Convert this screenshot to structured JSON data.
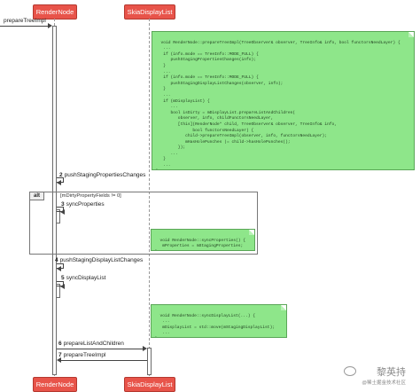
{
  "lifelines": {
    "render_node": "RenderNode",
    "skia_display_list": "SkiaDisplayList"
  },
  "messages": {
    "m_prepare_tree": {
      "label": "prepareTreeImpl"
    },
    "m2": {
      "num": "2",
      "label": "pushStagingPropertiesChanges"
    },
    "m3": {
      "num": "3",
      "label": "syncProperties"
    },
    "m4": {
      "num": "4",
      "label": "pushStagingDisplayListChanges"
    },
    "m5": {
      "num": "5",
      "label": "syncDisplayList"
    },
    "m6": {
      "num": "6",
      "label": "prepareListAndChildren"
    },
    "m7": {
      "num": "7",
      "label": "prepareTreeImpl"
    }
  },
  "alt_frame": {
    "tag": "alt",
    "guard": "[mDirtyPropertyFields != 0]"
  },
  "notes": {
    "prepare_tree_code": "void RenderNode::prepareTreeImpl(TreeObserver& observer, TreeInfo& info, bool functorsNeedLayer) {\n   ...\n   if (info.mode == TreeInfo::MODE_FULL) {\n      pushStagingPropertiesChanges(info);\n   }\n   ...\n   if (info.mode == TreeInfo::MODE_FULL) {\n      pushStagingDisplayListChanges(observer, info);\n   }\n   ...\n   if (mDisplayList) {\n      ...\n      bool isDirty = mDisplayList.prepareListAndChildren(\n         observer, info, childFunctorsNeedLayer,\n         [this](RenderNode* child, TreeObserver& observer, TreeInfo& info,\n               bool functorsNeedLayer) {\n            child->prepareTreeImpl(observer, info, functorsNeedLayer);\n            mHasHolePunches |= child->hasHolePunches();\n         });\n      ...\n   }\n   ...\n}",
    "sync_properties_code": "void RenderNode::syncProperties() {\n   mProperties = mStagingProperties;\n}",
    "sync_display_list_code": "void RenderNode::syncDisplayList(...) {\n   ...\n   mDisplayList = std::move(mStagingDisplayList);\n   ...\n}"
  },
  "watermark": {
    "main": "黎英持",
    "sub": "@稀土掘金技术社区"
  },
  "colors": {
    "lifeline_box": "#e8544a",
    "note_fill": "#8ee68a"
  }
}
